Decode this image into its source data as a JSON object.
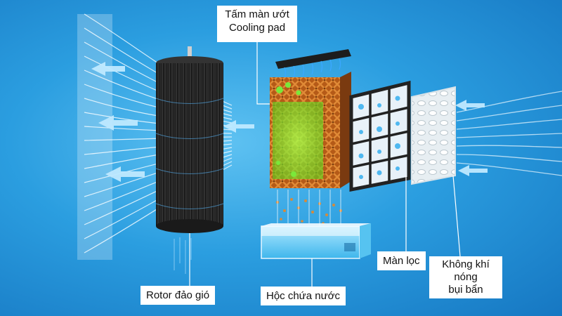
{
  "labels": {
    "cooling_pad_vi": "Tấm màn ướt",
    "cooling_pad_en": "Cooling pad",
    "rotor": "Rotor đảo gió",
    "water_tank": "Hộc chứa nước",
    "filter": "Màn lọc",
    "hot_air_1": "Không khí",
    "hot_air_2": "nóng",
    "hot_air_3": "bụi bẩn"
  },
  "colors": {
    "background": "#2b9ee0",
    "airflow": "#eaf8ff",
    "rotor": "#2b2b2b",
    "cooling_pad": "#c2661c",
    "cooling_pad_wet": "#7de83a",
    "filter_frame": "#2a2a2a",
    "water": "#6fd0f5"
  },
  "icons": [
    "arrow-left-icon",
    "water-drop-icon"
  ]
}
